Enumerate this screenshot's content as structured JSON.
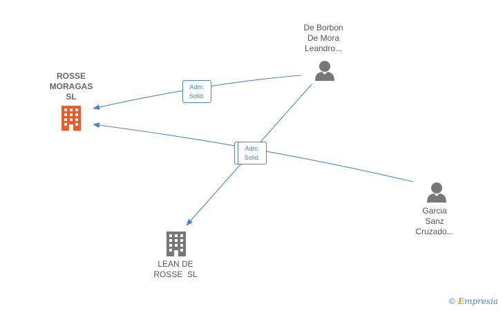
{
  "nodes": {
    "rosse_moragas": {
      "lines": [
        "ROSSE",
        "MORAGAS",
        "SL"
      ],
      "icon": "building-icon",
      "color": "#f05a28"
    },
    "de_borbon": {
      "lines": [
        "De Borbon",
        "De Mora",
        "Leandro..."
      ],
      "icon": "person-icon",
      "color": "#777777"
    },
    "garcia_sanz": {
      "lines": [
        "Garcia",
        "Sanz",
        "Cruzado..."
      ],
      "icon": "person-icon",
      "color": "#777777"
    },
    "lean_de_rosse": {
      "lines": [
        "LEAN DE",
        "ROSSE  SL"
      ],
      "icon": "building-icon",
      "color": "#777777"
    }
  },
  "badges": {
    "top": [
      "Adm.",
      "Solid."
    ],
    "middle": [
      "Adm.",
      "Solid."
    ]
  },
  "edge_color": "#4a86c8",
  "watermark": {
    "copyright": "©",
    "brand_first": "E",
    "brand_rest": "mpresia"
  }
}
